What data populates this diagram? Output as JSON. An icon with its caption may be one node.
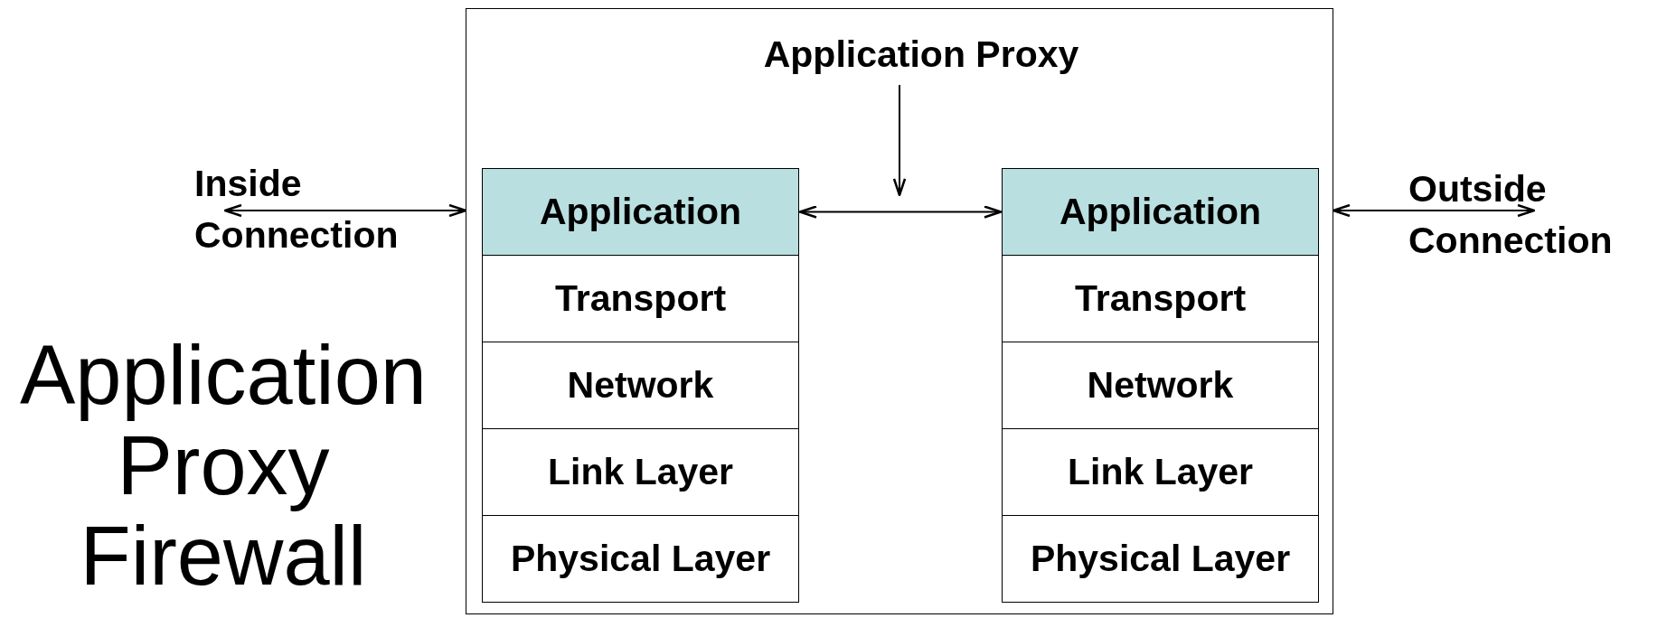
{
  "diagram": {
    "title": "Application Proxy Firewall",
    "nodes": [
      {
        "text": [],
        "shape": "box"
      },
      {
        "text": [
          "Application Proxy"
        ],
        "in": 0
      },
      {
        "text": [
          "Application"
        ],
        "in": 0
      },
      {
        "text": [
          "Transport"
        ],
        "in": 0
      },
      {
        "text": [
          "Network"
        ],
        "in": 0
      },
      {
        "text": [
          "Link Layer"
        ],
        "in": 0
      },
      {
        "text": [
          "Physical Layer"
        ],
        "in": 0
      },
      {
        "text": [
          "Application"
        ],
        "in": 0
      },
      {
        "text": [
          "Transport"
        ],
        "in": 0
      },
      {
        "text": [
          "Network"
        ],
        "in": 0
      },
      {
        "text": [
          "Link Layer"
        ],
        "in": 0
      },
      {
        "text": [
          "Physical Layer"
        ],
        "in": 0
      },
      {
        "text": [
          "Inside Connection"
        ]
      },
      {
        "text": [
          "Outside Connection"
        ]
      }
    ],
    "edges": [
      {
        "from": 1,
        "to": null,
        "arrow": "to"
      },
      {
        "from": 2,
        "to": 7,
        "arrow": "both"
      },
      {
        "from": 12,
        "to": 0,
        "arrow": "both"
      },
      {
        "from": 13,
        "to": 0,
        "arrow": "both"
      }
    ]
  }
}
